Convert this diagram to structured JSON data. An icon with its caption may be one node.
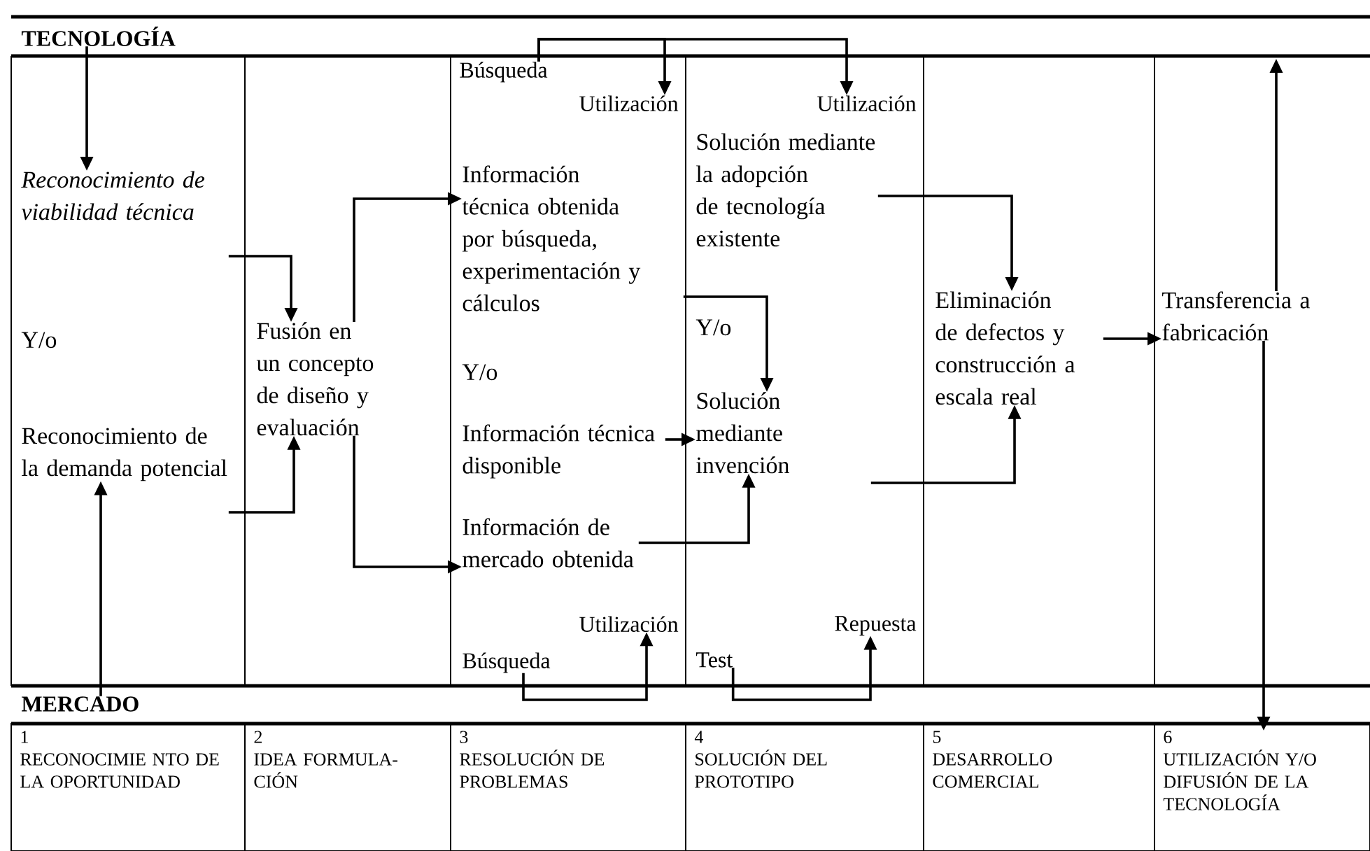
{
  "diagram": {
    "nodes": [
      {
        "text": [
          "TECNOLOGÍA"
        ]
      },
      {
        "text": [
          "Búsqueda"
        ]
      },
      {
        "text": [
          "Utilización"
        ]
      },
      {
        "text": [
          "Utilización"
        ]
      },
      {
        "text": [
          "Reconocimiento de viabilidad técnica"
        ]
      },
      {
        "text": [
          "Fusión en un concepto de diseño y evaluación"
        ]
      },
      {
        "text": [
          "Información técnica obtenida por búsqueda, experimentación y cálculos"
        ]
      },
      {
        "text": [
          "Solución mediante la adopción de tecnología existente"
        ]
      },
      {
        "text": [
          "Eliminación de defectos y construcción a escala real"
        ]
      },
      {
        "text": [
          "Transferencia a fabricación"
        ]
      },
      {
        "text": [
          "Reconocimiento de la demanda potencial"
        ]
      },
      {
        "text": [
          "Información técnica disponible"
        ]
      },
      {
        "text": [
          "Solución mediante invención"
        ]
      },
      {
        "text": [
          "Información de mercado obtenida"
        ]
      },
      {
        "text": [
          "Utilización"
        ]
      },
      {
        "text": [
          "Repuesta"
        ]
      },
      {
        "text": [
          "Búsqueda"
        ]
      },
      {
        "text": [
          "Test"
        ]
      },
      {
        "text": [
          "MERCADO"
        ]
      },
      {
        "text": [
          "1",
          "RECONOCIMIE NTO DE LA OPORTUNIDAD"
        ]
      },
      {
        "text": [
          "2",
          "IDEA FORMULA- CIÓN"
        ]
      },
      {
        "text": [
          "3",
          "RESOLUCIÓN DE PROBLEMAS"
        ]
      },
      {
        "text": [
          "4",
          "SOLUCIÓN DEL PROTOTIPO"
        ]
      },
      {
        "text": [
          "5",
          "DESARROLLO COMERCIAL"
        ]
      },
      {
        "text": [
          "6",
          "UTILIZACIÓN Y/O DIFUSIÓN DE LA TECNOLOGÍA"
        ]
      }
    ],
    "edges": [
      {
        "from": 0,
        "to": 4,
        "arrow": "to"
      },
      {
        "from": 1,
        "to": 2,
        "arrow": "to"
      },
      {
        "from": 1,
        "to": 3,
        "arrow": "to"
      },
      {
        "from": 4,
        "to": 5,
        "arrow": "to"
      },
      {
        "from": 10,
        "to": 5,
        "arrow": "to"
      },
      {
        "from": 5,
        "to": 6,
        "arrow": "to"
      },
      {
        "from": 5,
        "to": 13,
        "arrow": "to"
      },
      {
        "from": 6,
        "to": 12,
        "arrow": "to"
      },
      {
        "from": 11,
        "to": 12,
        "arrow": "to"
      },
      {
        "from": 13,
        "to": 12,
        "arrow": "to"
      },
      {
        "from": 7,
        "to": 8,
        "arrow": "to"
      },
      {
        "from": 12,
        "to": 8,
        "arrow": "to"
      },
      {
        "from": 8,
        "to": 9,
        "arrow": "to"
      },
      {
        "from": 9,
        "to": null,
        "arrow": "to"
      },
      {
        "from": 9,
        "to": 24,
        "arrow": "to"
      },
      {
        "from": 18,
        "to": 10,
        "arrow": "to"
      },
      {
        "from": 16,
        "to": 14,
        "arrow": "to"
      },
      {
        "from": 17,
        "to": 15,
        "arrow": "to"
      }
    ],
    "labels": [
      "Y/o",
      "Y/o",
      "Y/o"
    ]
  }
}
